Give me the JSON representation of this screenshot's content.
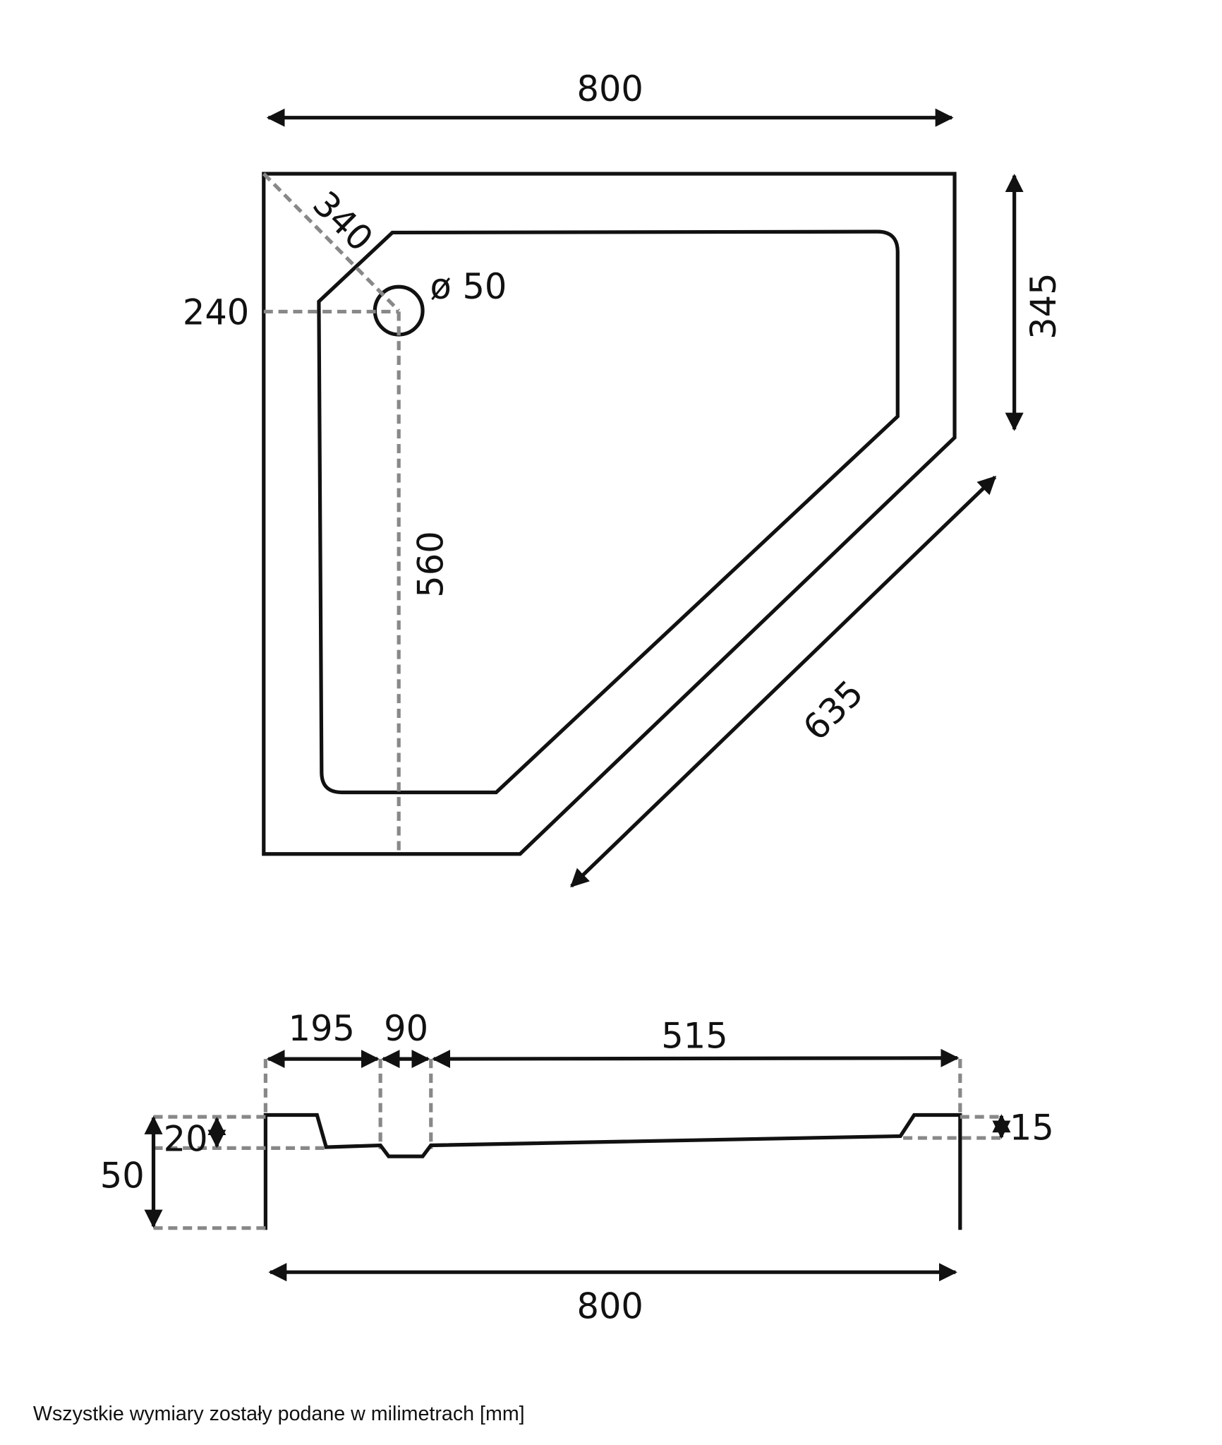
{
  "top_view": {
    "width_label": "800",
    "diagonal_corner_label": "340",
    "drain_offset_label": "240",
    "drain_diameter_label": "ø 50",
    "drain_depth_label": "560",
    "side_label": "345",
    "front_label": "635"
  },
  "side_view": {
    "segment_1_label": "195",
    "segment_2_label": "90",
    "segment_3_label": "515",
    "total_height_label": "50",
    "rim_left_label": "20",
    "rim_right_label": "15",
    "width_label": "800"
  },
  "footer": {
    "note": "Wszystkie wymiary zostały podane w milimetrach [mm]"
  }
}
